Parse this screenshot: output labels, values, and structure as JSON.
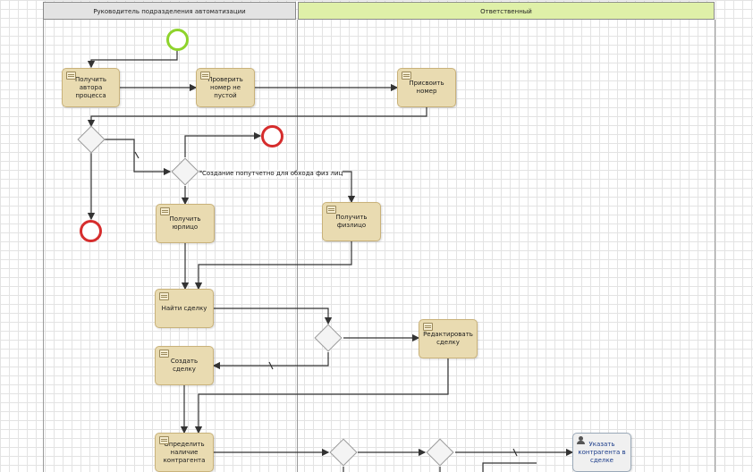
{
  "lanes": {
    "left": "Руководитель подразделения автоматизации",
    "right": "Ответственный"
  },
  "tasks": {
    "get_author": "Получить автора процесса",
    "check_number": "Проверить номер не пустой",
    "assign_number": "Присвоить номер",
    "get_legal": "Получить юрлицо",
    "get_individual": "Получить физлицо",
    "find_deal": "Найти сделку",
    "edit_deal": "Редактировать сделку",
    "create_deal": "Создать сделку",
    "define_contractor": "Определить наличие контрагента",
    "specify_contractor": "Указать контрагента в сделке"
  },
  "flow_labels": {
    "individual_condition": "Создание попутчетно для обхода физ лиц"
  },
  "colors": {
    "task_fill": "#e9dbb1",
    "start_event": "#8ed32c",
    "end_event": "#d62d2d",
    "lane_right_header": "#dff0a8",
    "lane_left_header": "#e3e3e3",
    "user_task_text": "#1b3c8a"
  }
}
